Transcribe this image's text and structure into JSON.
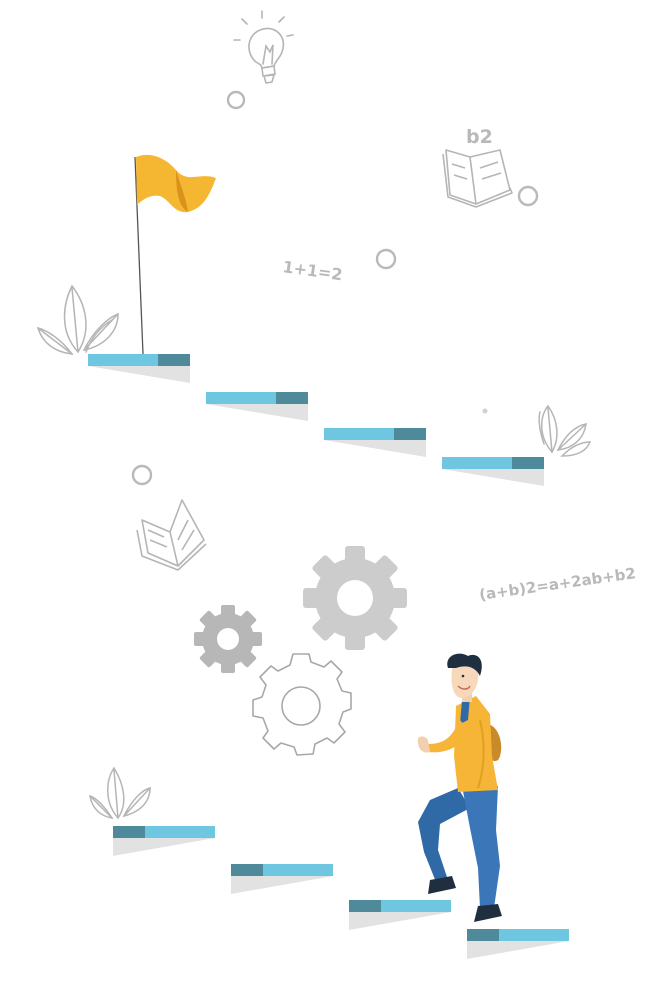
{
  "illustration": {
    "formulas": {
      "simple_sum": "1+1=2",
      "book_label": "b2",
      "square_identity": "(a+b)2=a+2ab+b2"
    },
    "colors": {
      "step_light": "#6ec6e0",
      "step_dark": "#4e8a9a",
      "step_shadow": "#e2e2e2",
      "flag": "#f5b731",
      "jacket": "#f6b536",
      "pants": "#3b77b8",
      "hair": "#1f2f3f",
      "gear_solid": "#cccccc",
      "line_art": "#b5b5b5"
    },
    "icons": [
      "lightbulb-icon",
      "book-icon",
      "gear-icon",
      "leaf-icon",
      "flag-icon",
      "circle-icon"
    ]
  }
}
